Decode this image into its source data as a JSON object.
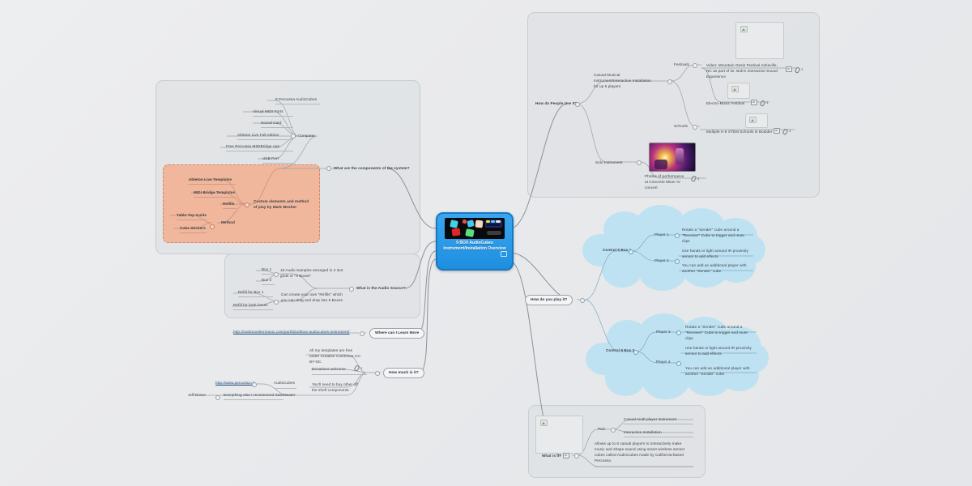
{
  "central": {
    "title": "9 BOX AudioCubes Instrument/Installation Overview",
    "icon": "note-icon",
    "colors": {
      "fill": "#2a97e8",
      "border": "#1678c4"
    }
  },
  "branches": {
    "components": {
      "label": "What are the components of the system?",
      "computer": {
        "label": "Computer",
        "items": [
          "Virtual MIDI Ports",
          "Sound Card",
          "Ableton Live Full edition",
          "Free Percussa MIDIBridge App",
          "USB Port"
        ]
      },
      "cubes": "8 Percussa AudioCubes",
      "custom": {
        "label": "Custom elements and method of play by Mark Mosher",
        "items": [
          "Ableton Live Templates",
          "MIDI Bridge Templates",
          "Refills"
        ],
        "method": {
          "label": "Method",
          "items": [
            "Table-Top Guide",
            "Cube Stickers"
          ]
        }
      }
    },
    "audio_source": {
      "label": "What is the Audio Source?",
      "samples": {
        "note": "18 Audio Samples arranged in 2 3x3 grids or \"9 Boxes\"",
        "boxes": [
          "Box 1",
          "Box 2"
        ]
      },
      "refills": {
        "note": "Can create your own \"Refills\" which you can drag and drop into 9 Boxes",
        "items": [
          "Refill for Box 1",
          "Refill for both boxes"
        ]
      }
    },
    "learn_more": {
      "label": "Where can I Learn More",
      "url": "http://markmoshermusic.com/portfolio/9box-audiocubes-instrument/"
    },
    "cost": {
      "label": "How much is it?",
      "items": [
        "All my templates are free under Creative Commons CC-BY-NC.",
        "Donations welcome",
        "You'll need to buy other off the shelf components"
      ],
      "donations_count": "1",
      "vendors": {
        "percussa_url": "http://www.percussa.us",
        "percussa_label": "AudioCubes",
        "sweetwater_contact": "Jeff Drace",
        "sweetwater_label": "Everything else I recommend Sweetwater"
      }
    },
    "usage": {
      "label": "How do People Use It?",
      "casual": "Casual Musical Instrument/Interactive Installation for up 6 players",
      "festivals": {
        "label": "Festivals",
        "items": [
          {
            "text": "Video: Mountain Oasis Festival Asheville, NC as part of Dr. Bob's Interactive Sound Experience",
            "count": "1"
          },
          {
            "text": "Electro-Music Festival",
            "count": "1"
          }
        ]
      },
      "schools": {
        "label": "Schools",
        "items": [
          {
            "text": "Multiple K-8 STEM Schools in Boulder",
            "count": "1"
          }
        ]
      },
      "solo": {
        "label": "Solo Instrument",
        "items": [
          {
            "text": "Photos of performance at Concrete Mixer IV concert",
            "count": "1"
          }
        ]
      }
    },
    "play": {
      "label": "How do you play it?",
      "clouds": [
        {
          "label": "Control 9 Box 1",
          "players": [
            "Player 1",
            "Player 2"
          ],
          "notes": [
            "Rotate a \"Sender\" cube around a \"Receiver\" Cube to trigger and mute clips",
            "Use hands or light around IR proximity sensor to add effects",
            "You can add an additional player with another \"Sender\" cube"
          ]
        },
        {
          "label": "Control 9 Box 2",
          "players": [
            "Player 3",
            "Player 4"
          ],
          "notes": [
            "Rotate a \"Sender\" cube around a \"Receiver\" Cube to trigger and mute clips",
            "Use hands or light around IR proximity sensor to add effects",
            "You can add an additional player with another \"Sender\" cube"
          ]
        }
      ]
    },
    "what": {
      "label": "What is it?",
      "part": {
        "label": "Part",
        "items": [
          "Casual multi-player instrument",
          "Interactive Installation"
        ]
      },
      "description": "Allows up to 6 casual players to interactively make music and shape sound using smart wireless sensor cubes called AudioCubes made by California-based Percussa."
    }
  }
}
